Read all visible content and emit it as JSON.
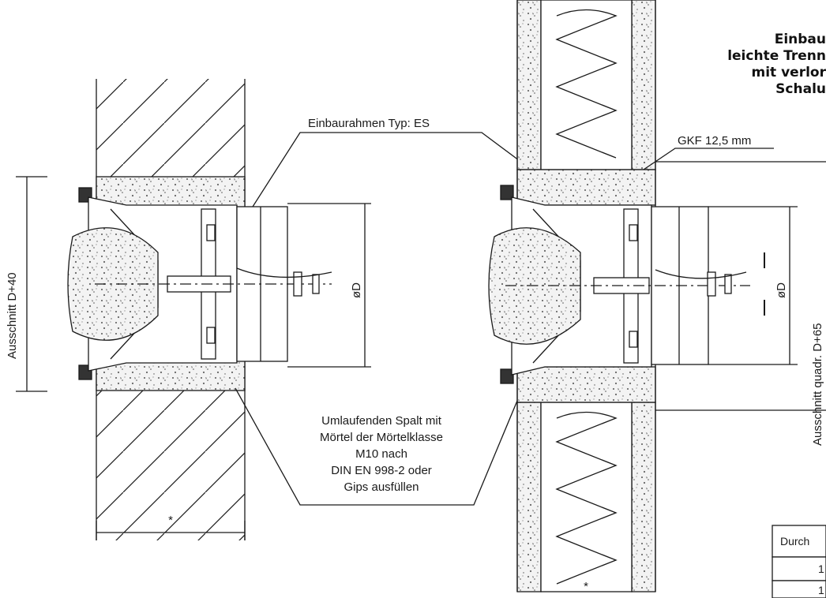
{
  "title": {
    "lines": [
      "Einbau",
      "leichte Trenn",
      "mit verlor",
      "Schalu"
    ]
  },
  "labels": {
    "frame": "Einbaurahmen Typ: ES",
    "gkf": "GKF 12,5 mm",
    "cutout_left": "Ausschnitt D+40",
    "cutout_right": "Ausschnitt quadr. D+65",
    "diameter": "øD",
    "asterisk": "*"
  },
  "note": {
    "lines": [
      "Umlaufenden Spalt mit",
      "Mörtel der Mörtelklasse",
      "M10 nach",
      "DIN EN 998-2 oder",
      "Gips ausfüllen"
    ]
  },
  "table": {
    "header": "Durch",
    "rows": [
      "1",
      "1"
    ]
  },
  "colors": {
    "line": "#1a1a1a",
    "dots": "#555555"
  }
}
